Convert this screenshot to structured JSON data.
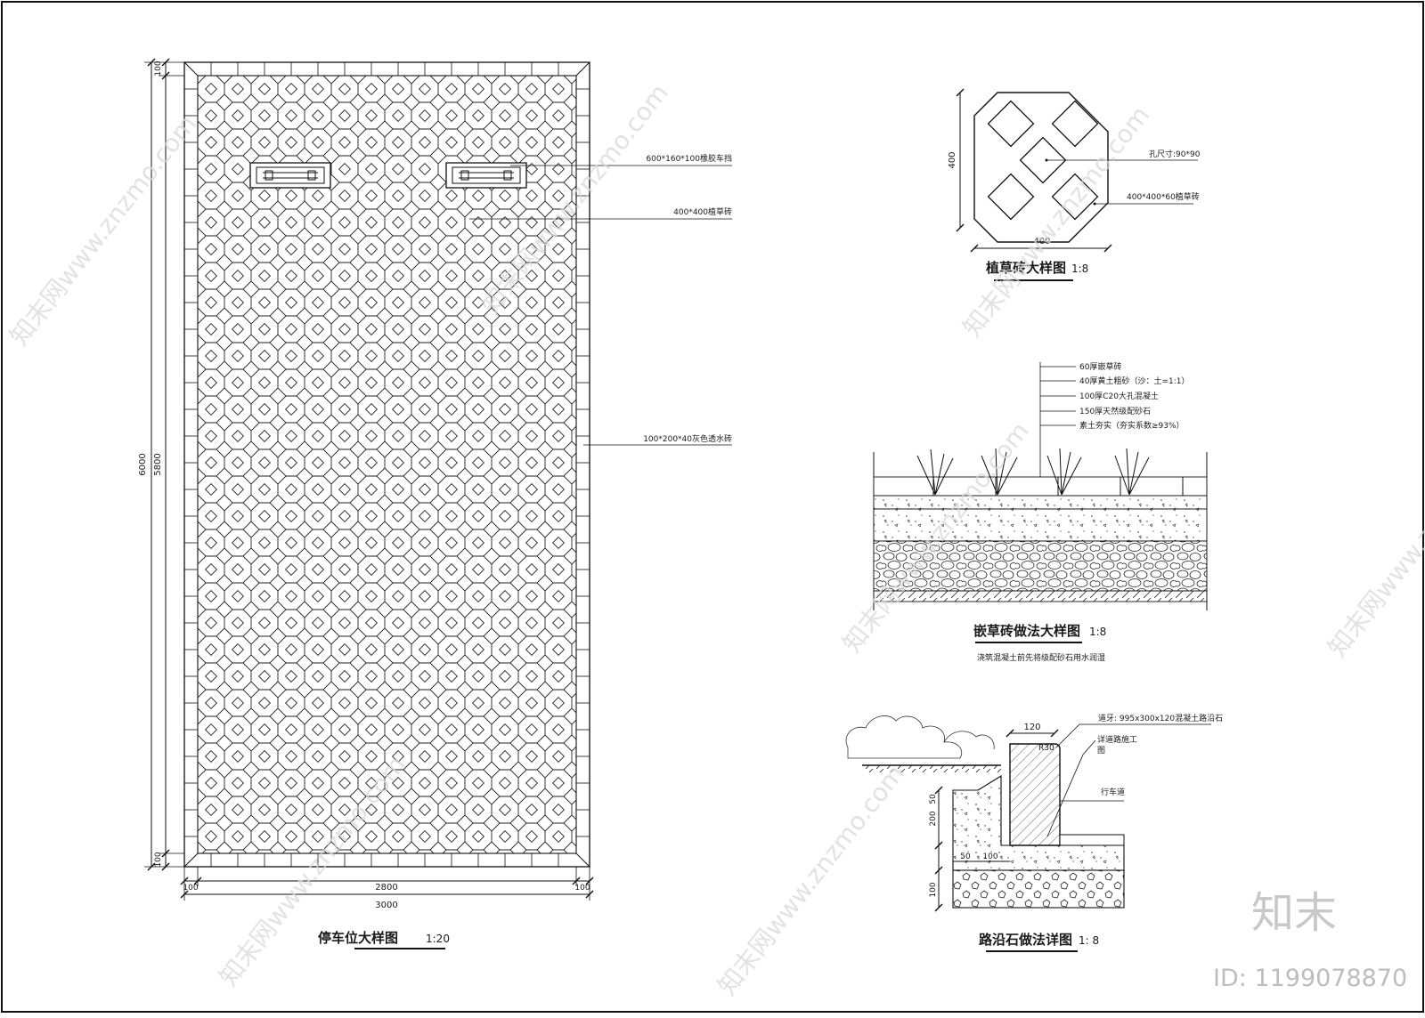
{
  "parking_plan": {
    "title": "停车位大样图",
    "scale": "1:20",
    "dim_total_height": "6000",
    "dim_inner_height": "5800",
    "dim_top_border": "100",
    "dim_bottom_border": "100",
    "dim_left_border": "100",
    "dim_inner_width": "2800",
    "dim_right_border": "100",
    "dim_total_width": "3000",
    "label_wheel_stop": "600*160*100橡胶车挡",
    "label_grass_brick": "400*400植草砖",
    "label_border_brick": "100*200*40灰色透水砖"
  },
  "grass_brick_detail": {
    "title": "植草砖大样图",
    "scale": "1:8",
    "dim_height": "400",
    "dim_width": "400",
    "label_hole": "孔尺寸:90*90",
    "label_brick": "400*400*60植草砖"
  },
  "paving_section": {
    "title": "嵌草砖做法大样图",
    "scale": "1:8",
    "note": "浇筑混凝土前先将级配砂石用水润湿",
    "layers": [
      "60厚嵌草砖",
      "40厚黄土粗砂（沙：土=1:1）",
      "100厚C20大孔混凝土",
      "150厚天然级配砂石",
      "素土夯实（夯实系数≥93%）"
    ]
  },
  "curb_section": {
    "title": "路沿石做法详图",
    "scale": "1: 8",
    "label_curb": "道牙: 995x300x120混凝土路沿石",
    "label_ref": "详道路施工",
    "label_ref2": "图",
    "label_road": "行车道",
    "dim_120": "120",
    "dim_r30": "R30",
    "dim_50_top": "50",
    "dim_200": "200",
    "dim_100_left": "100",
    "dim_50_bottom": "50",
    "dim_100_bottom": "100"
  },
  "branding": {
    "logo": "知末",
    "id_text": "ID: 1199078870",
    "watermark": "知末网www.znzmo.com"
  }
}
